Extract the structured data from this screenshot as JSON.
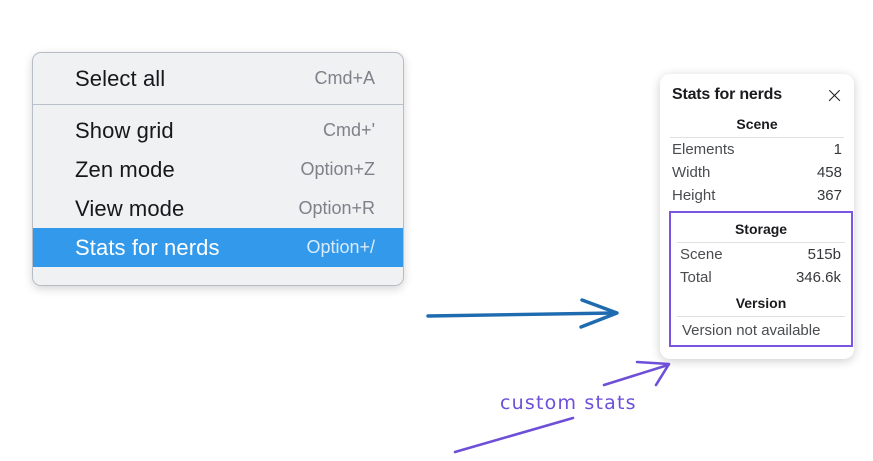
{
  "menu": {
    "sections": [
      {
        "items": [
          {
            "label": "Select all",
            "shortcut": "Cmd+A",
            "selected": false
          }
        ]
      },
      {
        "items": [
          {
            "label": "Show grid",
            "shortcut": "Cmd+'",
            "selected": false
          },
          {
            "label": "Zen mode",
            "shortcut": "Option+Z",
            "selected": false
          },
          {
            "label": "View mode",
            "shortcut": "Option+R",
            "selected": false
          },
          {
            "label": "Stats for nerds",
            "shortcut": "Option+/",
            "selected": true
          }
        ]
      }
    ]
  },
  "stats_panel": {
    "title": "Stats for nerds",
    "close_icon": "close-icon",
    "scene": {
      "heading": "Scene",
      "rows": [
        {
          "label": "Elements",
          "value": "1"
        },
        {
          "label": "Width",
          "value": "458"
        },
        {
          "label": "Height",
          "value": "367"
        }
      ]
    },
    "storage": {
      "heading": "Storage",
      "rows": [
        {
          "label": "Scene",
          "value": "515b"
        },
        {
          "label": "Total",
          "value": "346.6k"
        }
      ]
    },
    "version": {
      "heading": "Version",
      "text": "Version not available"
    }
  },
  "annotations": {
    "custom_stats_label": "custom stats",
    "colors": {
      "blue_arrow": "#1e6bb0",
      "purple_arrow": "#6d4fd8",
      "highlight_box": "#7b54e0",
      "menu_selection": "#3399eb"
    }
  }
}
